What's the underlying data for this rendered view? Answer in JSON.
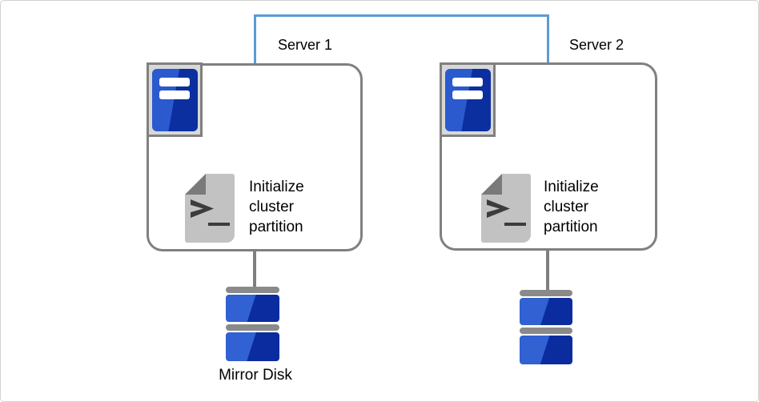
{
  "diagram": {
    "servers": [
      {
        "label": "Server 1",
        "task_lines": [
          "Initialize",
          "cluster",
          "partition"
        ]
      },
      {
        "label": "Server 2",
        "task_lines": [
          "Initialize",
          "cluster",
          "partition"
        ]
      }
    ],
    "mirror_disk_label": "Mirror Disk",
    "icons": {
      "host": "server-tower-icon",
      "script": "terminal-script-icon",
      "disk": "mirror-disk-stack-icon",
      "link": "interconnect-link-line"
    },
    "colors": {
      "connector": "#5B9BD5",
      "box_border": "#808080",
      "server_blue_light": "#2B59CE",
      "server_blue_dark": "#0C2F9F",
      "disk_blue_light": "#3161D2",
      "disk_blue_dark": "#0B2C9E",
      "doc_body": "#C2C2C2",
      "doc_fold": "#7A7A7A",
      "glyph": "#3C3C3C",
      "disk_bar": "#8A8A8A",
      "stem": "#7F7F7F"
    }
  }
}
